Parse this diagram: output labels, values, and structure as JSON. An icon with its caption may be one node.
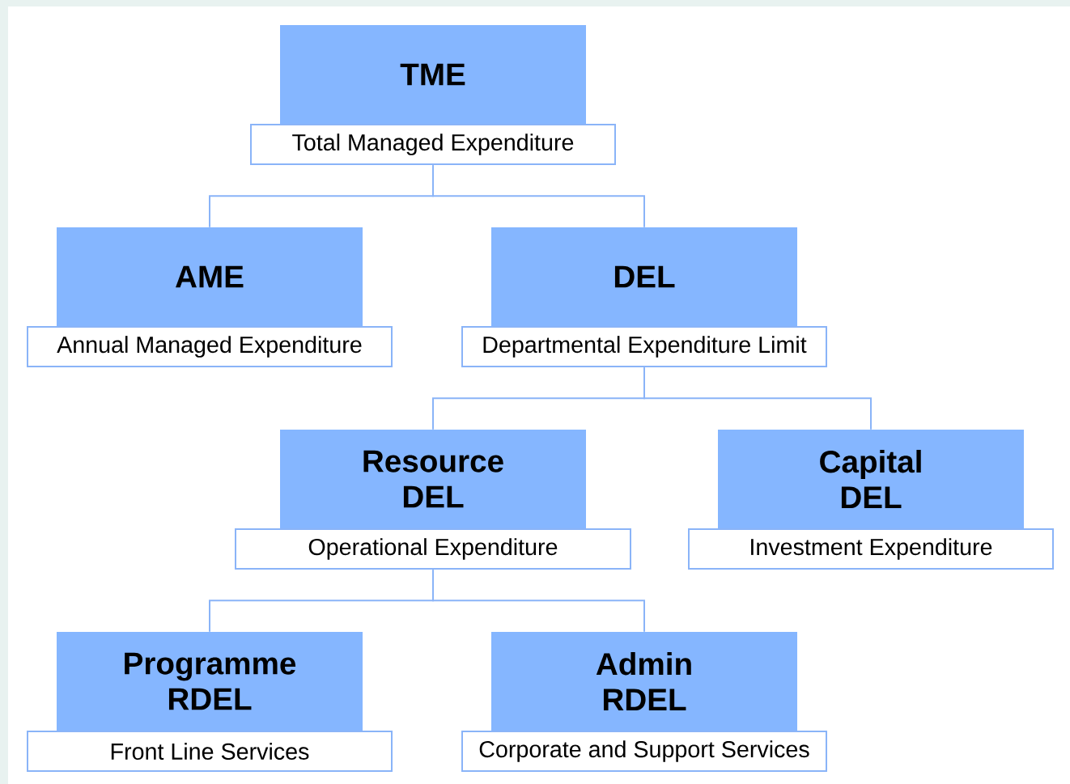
{
  "diagram": {
    "nodes": [
      {
        "text": [
          "TME",
          "Total Managed Expenditure"
        ]
      },
      {
        "text": [
          "AME",
          "Annual Managed Expenditure"
        ]
      },
      {
        "text": [
          "DEL",
          "Departmental Expenditure Limit"
        ]
      },
      {
        "text": [
          "Resource DEL",
          "Operational Expenditure"
        ]
      },
      {
        "text": [
          "Capital DEL",
          "Investment Expenditure"
        ]
      },
      {
        "text": [
          "Programme RDEL",
          "Front Line Services"
        ]
      },
      {
        "text": [
          "Admin RDEL",
          "Corporate and Support Services"
        ]
      }
    ],
    "edges": [
      {
        "from": 0,
        "to": 1,
        "arrow": "none"
      },
      {
        "from": 0,
        "to": 2,
        "arrow": "none"
      },
      {
        "from": 2,
        "to": 3,
        "arrow": "none"
      },
      {
        "from": 2,
        "to": 4,
        "arrow": "none"
      },
      {
        "from": 3,
        "to": 5,
        "arrow": "none"
      },
      {
        "from": 3,
        "to": 6,
        "arrow": "none"
      }
    ]
  }
}
